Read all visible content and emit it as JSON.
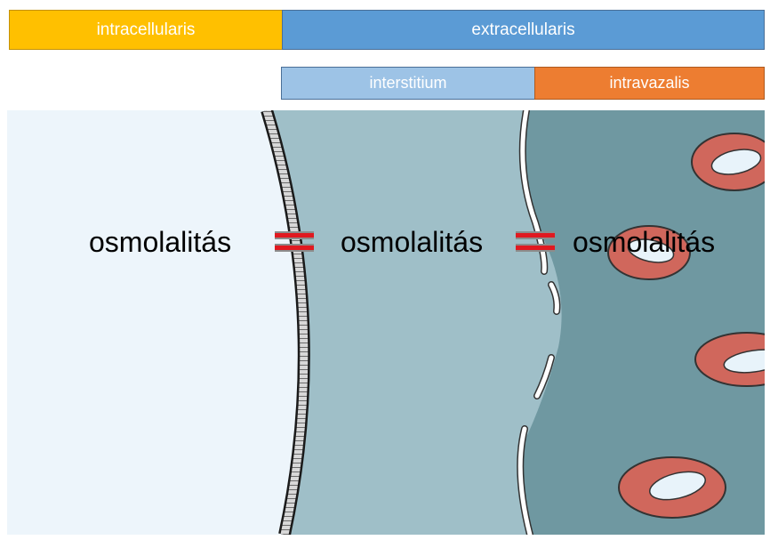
{
  "colors": {
    "intracellular_bar": "#ffc000",
    "extracellular_bar": "#5b9bd5",
    "interstitium_bar": "#9dc3e6",
    "intravascular_bar": "#ed7d31",
    "cell_interior": "#edf5fb",
    "interstitium_fill": "#9fbfc8",
    "vessel_fill": "#6f98a1",
    "erythrocyte": "#d0675c",
    "equals_sign": "#e01920"
  },
  "header": {
    "intracellular_label": "intracellularis",
    "extracellular_label": "extracellularis",
    "interstitium_label": "interstitium",
    "intravascular_label": "intravazalis"
  },
  "diagram": {
    "osmolality_labels": [
      "osmolalitás",
      "osmolalitás",
      "osmolalitás"
    ],
    "equals_icons": [
      "equals-icon",
      "equals-icon"
    ]
  }
}
